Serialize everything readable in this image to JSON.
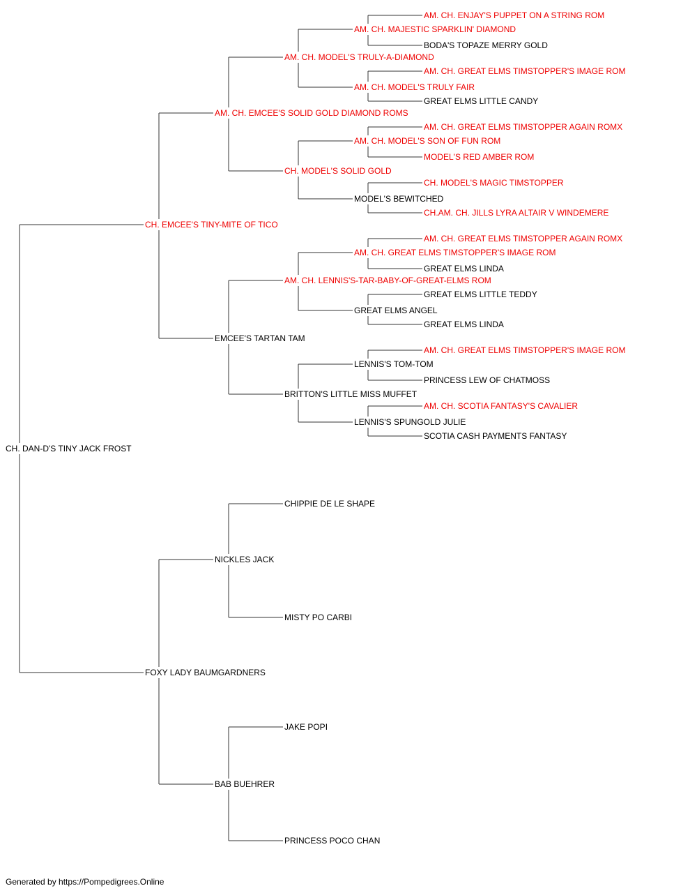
{
  "colors": {
    "champion": "#ee0000",
    "regular": "#000000",
    "connector": "#333333"
  },
  "pedigree": {
    "subject": {
      "name": "CH. DAN-D'S TINY JACK FROST",
      "champion": false
    },
    "sire": {
      "name": "CH. EMCEE'S TINY-MITE OF TICO",
      "champion": true
    },
    "dam": {
      "name": "FOXY LADY BAUMGARDNERS",
      "champion": false
    },
    "g2": [
      {
        "name": "AM. CH. EMCEE'S SOLID GOLD DIAMOND ROMS",
        "champion": true
      },
      {
        "name": "EMCEE'S TARTAN TAM",
        "champion": false
      },
      {
        "name": "NICKLES JACK",
        "champion": false
      },
      {
        "name": "BAB BUEHRER",
        "champion": false
      }
    ],
    "g3": [
      {
        "name": "AM. CH. MODEL'S TRULY-A-DIAMOND",
        "champion": true
      },
      {
        "name": "CH. MODEL'S SOLID GOLD",
        "champion": true
      },
      {
        "name": "AM. CH. LENNIS'S-TAR-BABY-OF-GREAT-ELMS ROM",
        "champion": true
      },
      {
        "name": "BRITTON'S LITTLE MISS MUFFET",
        "champion": false
      },
      {
        "name": "CHIPPIE DE LE SHAPE",
        "champion": false
      },
      {
        "name": "MISTY PO CARBI",
        "champion": false
      },
      {
        "name": "JAKE POPI",
        "champion": false
      },
      {
        "name": "PRINCESS POCO CHAN",
        "champion": false
      }
    ],
    "g4": [
      {
        "name": "AM. CH. MAJESTIC SPARKLIN' DIAMOND",
        "champion": true
      },
      {
        "name": "AM. CH. MODEL'S TRULY FAIR",
        "champion": true
      },
      {
        "name": "AM. CH. MODEL'S SON OF FUN ROM",
        "champion": true
      },
      {
        "name": "MODEL'S BEWITCHED",
        "champion": false
      },
      {
        "name": "AM. CH. GREAT ELMS TIMSTOPPER'S IMAGE ROM",
        "champion": true
      },
      {
        "name": "GREAT ELMS ANGEL",
        "champion": false
      },
      {
        "name": "LENNIS'S TOM-TOM",
        "champion": false
      },
      {
        "name": "LENNIS'S SPUNGOLD JULIE",
        "champion": false
      }
    ],
    "g5": [
      {
        "name": "AM. CH. ENJAY'S PUPPET ON A STRING ROM",
        "champion": true
      },
      {
        "name": "BODA'S TOPAZE MERRY GOLD",
        "champion": false
      },
      {
        "name": "AM. CH. GREAT ELMS TIMSTOPPER'S IMAGE ROM",
        "champion": true
      },
      {
        "name": "GREAT ELMS LITTLE CANDY",
        "champion": false
      },
      {
        "name": "AM. CH. GREAT ELMS TIMSTOPPER AGAIN ROMX",
        "champion": true
      },
      {
        "name": "MODEL'S RED AMBER ROM",
        "champion": true
      },
      {
        "name": "CH. MODEL'S MAGIC TIMSTOPPER",
        "champion": true
      },
      {
        "name": "CH.AM. CH. JILLS LYRA ALTAIR V WINDEMERE",
        "champion": true
      },
      {
        "name": "AM. CH. GREAT ELMS TIMSTOPPER AGAIN ROMX",
        "champion": true
      },
      {
        "name": "GREAT ELMS LINDA",
        "champion": false
      },
      {
        "name": "GREAT ELMS LITTLE TEDDY",
        "champion": false
      },
      {
        "name": "GREAT ELMS LINDA",
        "champion": false
      },
      {
        "name": "AM. CH. GREAT ELMS TIMSTOPPER'S IMAGE ROM",
        "champion": true
      },
      {
        "name": "PRINCESS LEW OF CHATMOSS",
        "champion": false
      },
      {
        "name": "AM. CH. SCOTIA FANTASY'S CAVALIER",
        "champion": true
      },
      {
        "name": "SCOTIA CASH PAYMENTS FANTASY",
        "champion": false
      }
    ]
  },
  "footer": "Generated by https://Pompedigrees.Online"
}
